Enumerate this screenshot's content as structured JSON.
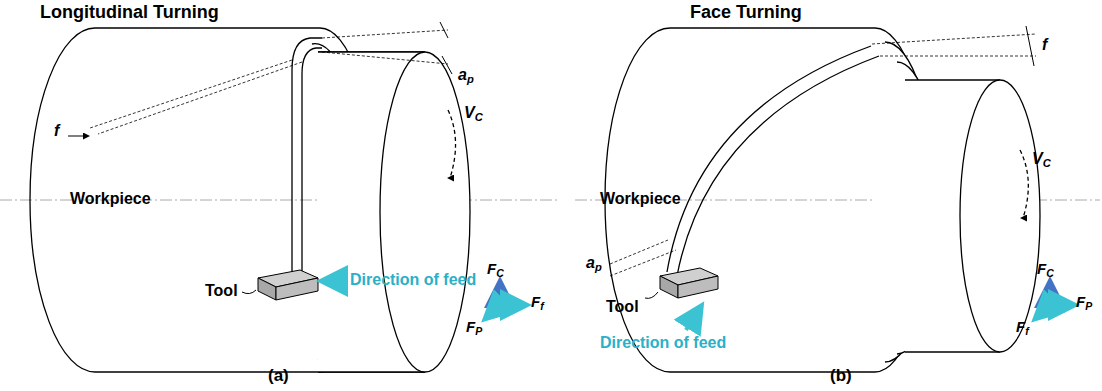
{
  "diagram": {
    "labels": [
      "Longitudinal Turning",
      "Workpiece",
      "Tool",
      "Direction of feed",
      "f",
      "ap",
      "VC",
      "FC",
      "Ff",
      "FP",
      "(a)",
      "Face Turning",
      "Workpiece",
      "Tool",
      "Direction of feed",
      "f",
      "ap",
      "VC",
      "FC",
      "FP",
      "Ff",
      "(b)"
    ]
  }
}
